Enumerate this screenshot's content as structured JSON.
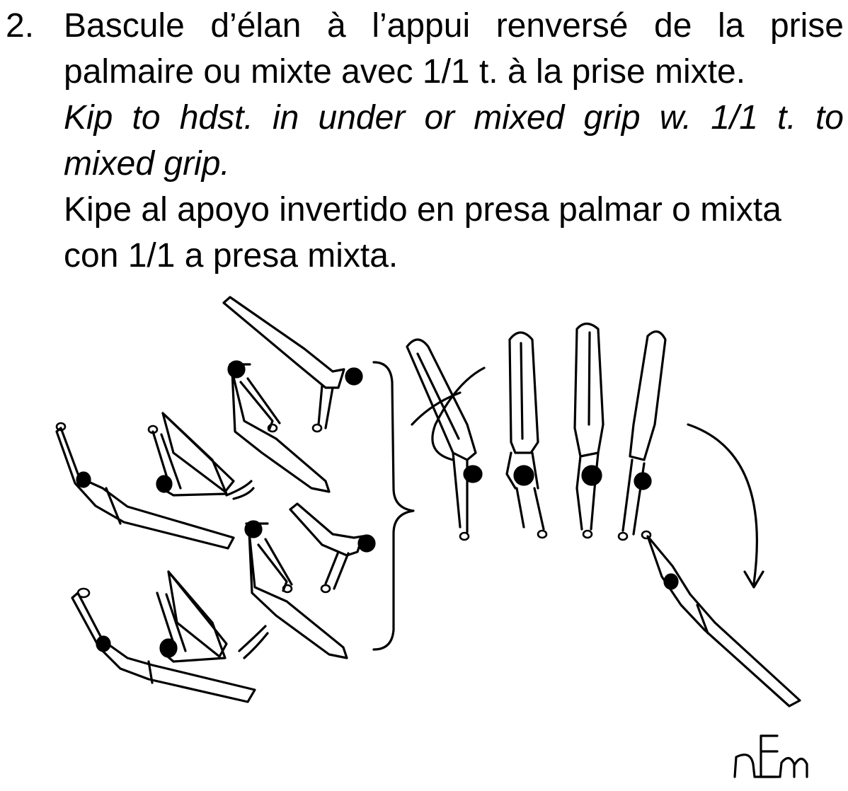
{
  "element": {
    "number": "2.",
    "french_line1": "Bascule d’élan à l’appui renversé de la prise",
    "french_line2": "palmaire ou mixte avec 1/1 t. à la prise mixte.",
    "english_line1": "Kip to hdst. in under or mixed grip w. 1/1 t. to",
    "english_line2": "mixed grip.",
    "spanish_line1": "Kipe al apoyo invertido en presa palmar o mixta",
    "spanish_line2": "con 1/1 a presa mixta."
  },
  "signature": "nEm"
}
